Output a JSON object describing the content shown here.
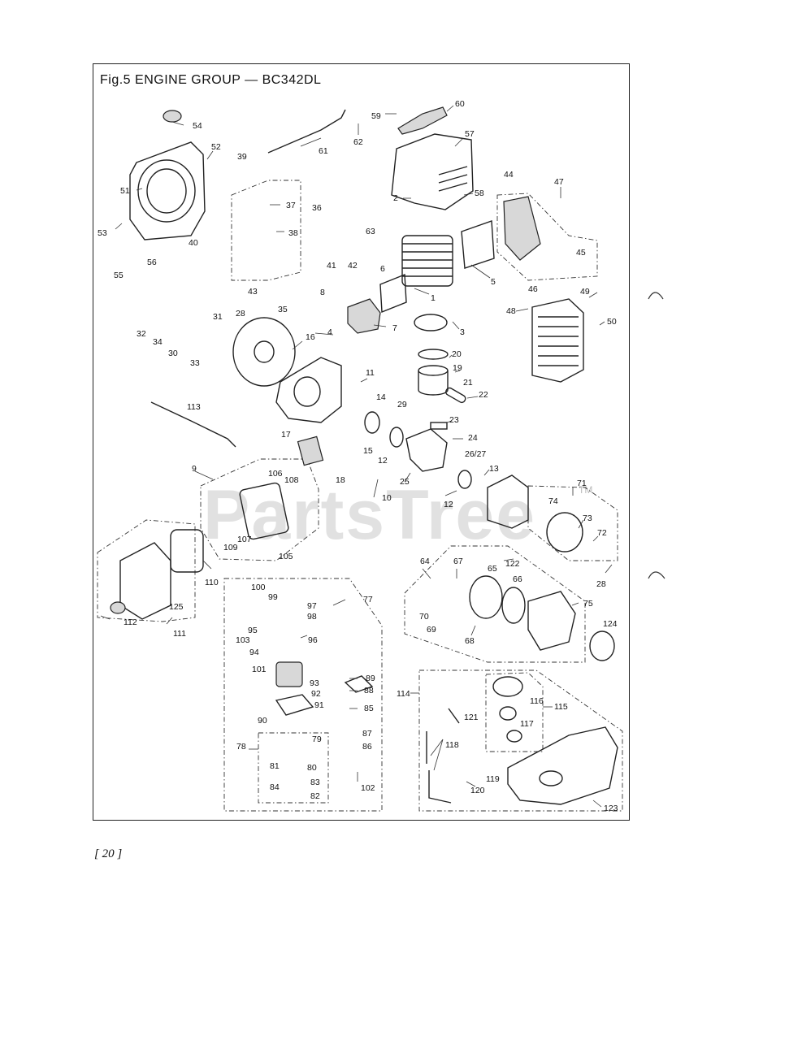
{
  "figure": {
    "title": "Fig.5  ENGINE GROUP — BC342DL",
    "page_number": "[ 20 ]",
    "watermark": "PartsTree",
    "trademark": "TM"
  },
  "callouts": [
    "1",
    "2",
    "3",
    "4",
    "5",
    "6",
    "7",
    "8",
    "9",
    "10",
    "11",
    "12",
    "13",
    "14",
    "15",
    "16",
    "17",
    "18",
    "19",
    "20",
    "21",
    "22",
    "23",
    "24",
    "25",
    "26/27",
    "28",
    "29",
    "30",
    "31",
    "32",
    "33",
    "34",
    "35",
    "36",
    "37",
    "38",
    "39",
    "40",
    "41",
    "42",
    "43",
    "44",
    "45",
    "46",
    "47",
    "48",
    "49",
    "50",
    "51",
    "52",
    "53",
    "54",
    "55",
    "56",
    "57",
    "58",
    "59",
    "60",
    "61",
    "62",
    "63",
    "64",
    "65",
    "66",
    "67",
    "68",
    "69",
    "70",
    "71",
    "72",
    "73",
    "74",
    "75",
    "77",
    "78",
    "79",
    "80",
    "81",
    "82",
    "83",
    "84",
    "85",
    "86",
    "87",
    "88",
    "89",
    "90",
    "91",
    "92",
    "93",
    "94",
    "95",
    "96",
    "97",
    "98",
    "99",
    "100",
    "101",
    "102",
    "103",
    "105",
    "106",
    "107",
    "108",
    "109",
    "110",
    "111",
    "112",
    "113",
    "114",
    "115",
    "116",
    "117",
    "118",
    "119",
    "120",
    "121",
    "122",
    "123",
    "124",
    "125"
  ],
  "colors": {
    "ink": "#111111",
    "paper": "#ffffff",
    "watermark": "#c9c9c9"
  }
}
